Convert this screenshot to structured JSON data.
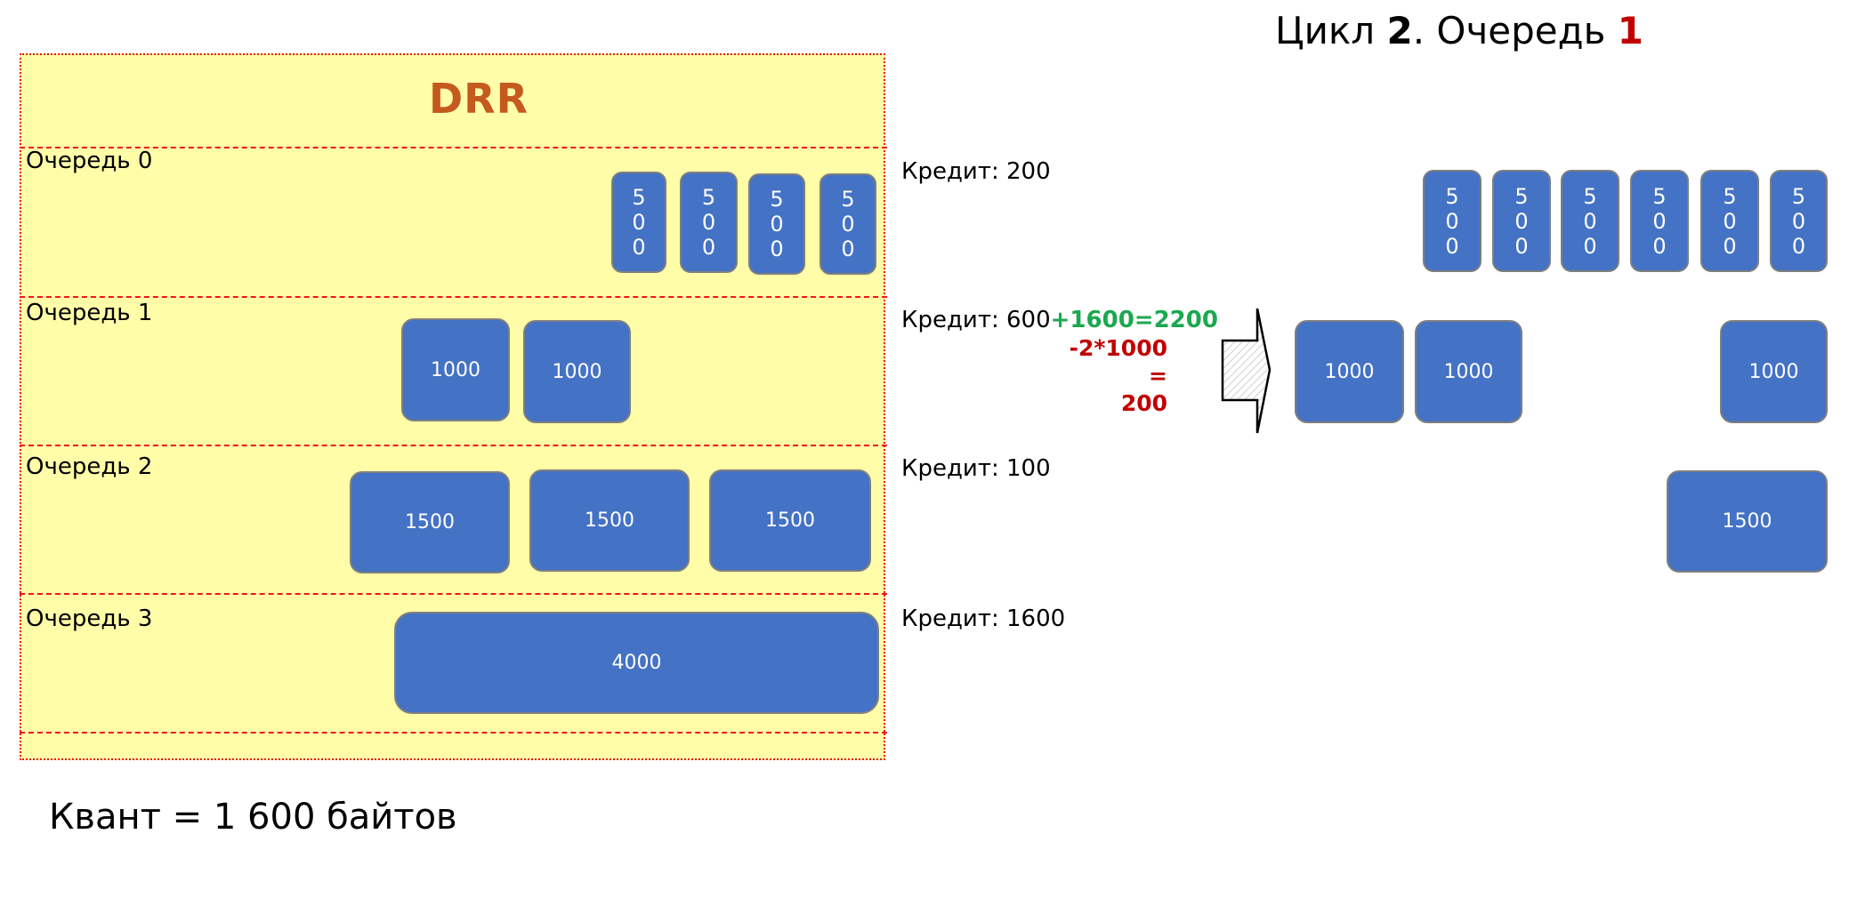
{
  "title": {
    "prefix": "Цикл ",
    "cycle": "2",
    "middle": ". Очередь ",
    "queue": "1"
  },
  "panel": {
    "heading": "DRR",
    "queues": [
      {
        "label": "Очередь 0",
        "packets": [
          "500",
          "500",
          "500",
          "500"
        ]
      },
      {
        "label": "Очередь 1",
        "packets": [
          "1000",
          "1000"
        ]
      },
      {
        "label": "Очередь 2",
        "packets": [
          "1500",
          "1500",
          "1500"
        ]
      },
      {
        "label": "Очередь 3",
        "packets": [
          "4000"
        ]
      }
    ]
  },
  "credits": {
    "q0": "Кредит: 200",
    "q1_base": "Кредит: 600",
    "q1_add": "+1600=2200",
    "q1_sub": "-2*1000",
    "q1_eq": "=",
    "q1_result": "200",
    "q2": "Кредит: 100",
    "q3": "Кредит: 1600"
  },
  "output": {
    "row_500": [
      "500",
      "500",
      "500",
      "500",
      "500",
      "500"
    ],
    "row_1000": [
      "1000",
      "1000",
      "1000"
    ],
    "row_1500": [
      "1500"
    ]
  },
  "quantum": "Квант = 1 600 байтов",
  "colors": {
    "packet": "#4472C4",
    "panel": "#FFFDA8",
    "heading": "#C55A1E",
    "green": "#1BA84F",
    "red": "#C00000"
  }
}
